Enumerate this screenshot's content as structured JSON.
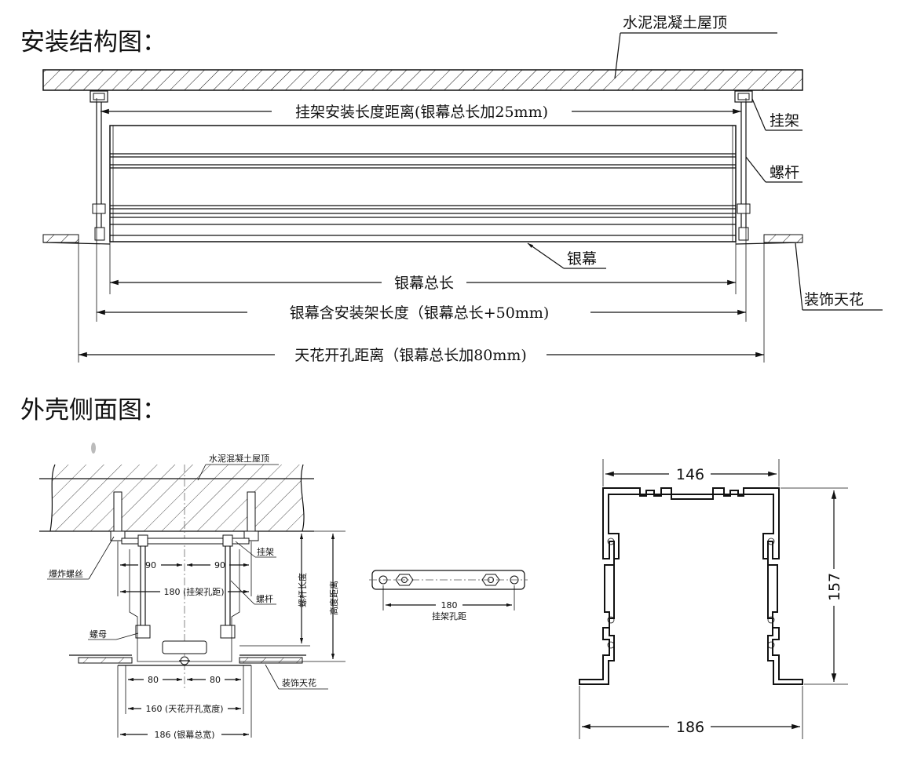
{
  "headings": {
    "install": "安装结构图：",
    "side": "外壳侧面图："
  },
  "install_diagram": {
    "ceiling_label": "水泥混凝土屋顶",
    "bracket_label": "挂架",
    "rod_label": "螺杆",
    "screen_label": "银幕",
    "deco_label": "装饰天花",
    "dim_bracket": "挂架安装长度距离(银幕总长加25mm)",
    "dim_total": "银幕总长",
    "dim_with_bracket": "银幕含安装架长度（银幕总长+50mm)",
    "dim_opening": "天花开孔距离（银幕总长加80mm)"
  },
  "side_diagram": {
    "ceiling_label": "水泥混凝土屋顶",
    "bracket_label": "挂架",
    "expansion_label": "爆炸螺丝",
    "rod_label": "螺杆",
    "nut_label": "螺母",
    "deco_label": "装饰天花",
    "rod_length_label": "螺杆长度",
    "height_label": "高度距离",
    "dim_90_left": "90",
    "dim_90_right": "90",
    "dim_180": "180 (挂架孔距)",
    "dim_80_left": "80",
    "dim_80_right": "80",
    "dim_160": "160 (天花开孔宽度)",
    "dim_186": "186 (银幕总宽)"
  },
  "bracket_detail": {
    "dim_value": "180",
    "dim_label": "挂架孔距"
  },
  "profile": {
    "width_top": "146",
    "height": "157",
    "width_bottom": "186"
  }
}
